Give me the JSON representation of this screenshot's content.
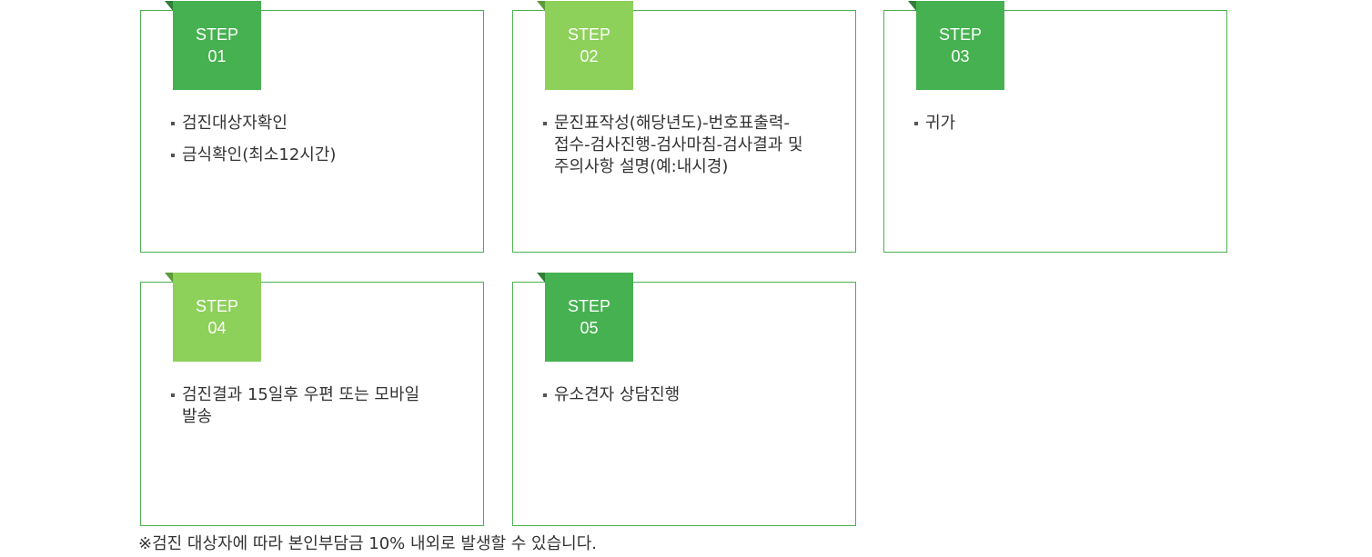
{
  "steps": [
    {
      "label": "STEP",
      "number": "01",
      "badge_color": "#46b150",
      "items": [
        "검진대상자확인",
        "금식확인(최소12시간)"
      ]
    },
    {
      "label": "STEP",
      "number": "02",
      "badge_color": "#8dd05a",
      "items": [
        "문진표작성(해당년도)-번호표출력-\n접수-검사진행-검사마침-검사결과 및\n주의사항 설명(예:내시경)"
      ]
    },
    {
      "label": "STEP",
      "number": "03",
      "badge_color": "#46b150",
      "items": [
        "귀가"
      ]
    },
    {
      "label": "STEP",
      "number": "04",
      "badge_color": "#8dd05a",
      "items": [
        "검진결과 15일후 우편 또는 모바일\n발송"
      ]
    },
    {
      "label": "STEP",
      "number": "05",
      "badge_color": "#46b150",
      "items": [
        "유소견자 상담진행"
      ]
    }
  ],
  "footnote": "※검진 대상자에 따라 본인부담금 10% 내외로 발생할 수 있습니다.",
  "colors": {
    "border": "#4caf50",
    "badge_dark": "#46b150",
    "badge_light": "#8dd05a",
    "text": "#333333"
  }
}
